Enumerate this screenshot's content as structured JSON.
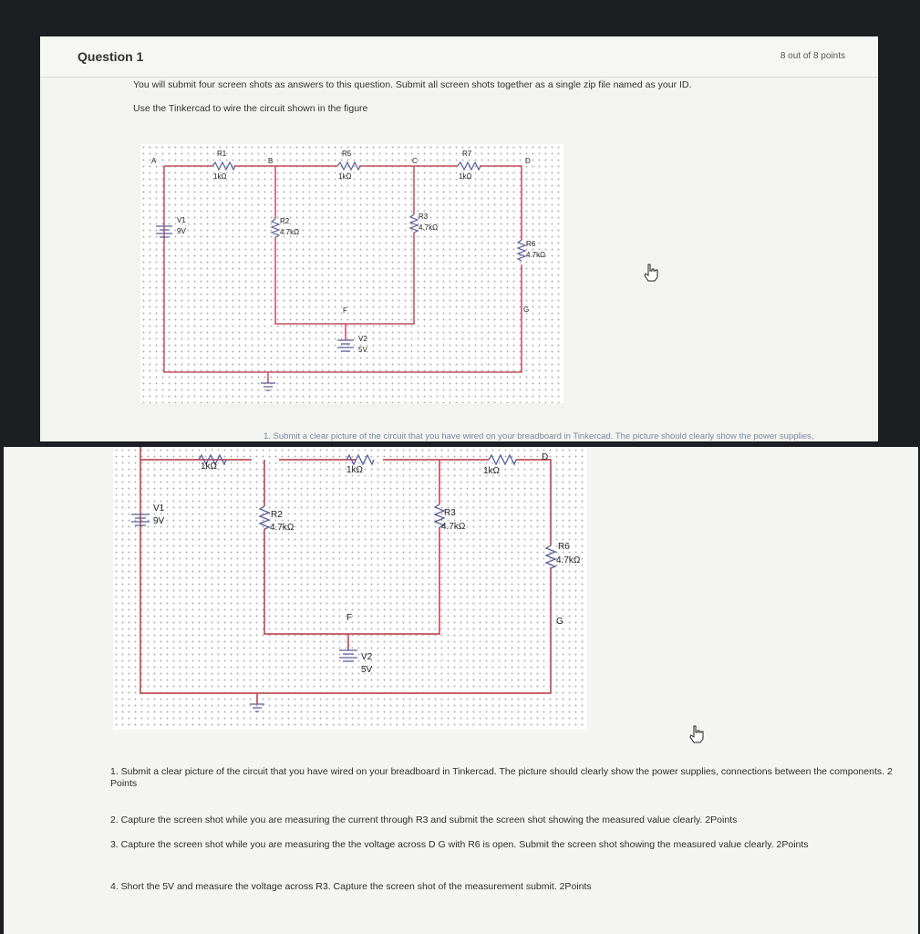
{
  "question": {
    "title": "Question 1",
    "points": "8 out of 8 points",
    "line1": "You will submit four screen shots as answers to this question. Submit all screen shots together as a single zip file named as your ID.",
    "line2": "Use the Tinkercad to wire the circuit shown in the figure"
  },
  "circuit": {
    "node_a": "A",
    "node_b": "B",
    "node_c": "C",
    "node_d": "D",
    "node_f": "F",
    "node_g": "G",
    "r1_name": "R1",
    "r1_value": "1kΩ",
    "r5_name": "R5",
    "r5_value": "1kΩ",
    "r7_name": "R7",
    "r7_value": "1kΩ",
    "r2_name": "R2",
    "r2_value": "4.7kΩ",
    "r3_name": "R3",
    "r3_value": "4.7kΩ",
    "r6_name": "R6",
    "r6_value": "4.7kΩ",
    "v1_name": "V1",
    "v1_value": "9V",
    "v2_name": "V2",
    "v2_value": "5V"
  },
  "overlap_text": "1. Submit a clear picture of the circuit that you have wired on your breadboard in Tinkercad. The picture should clearly show the power supplies,",
  "tasks": [
    "1. Submit a clear picture of the circuit that you have wired on your breadboard in Tinkercad. The picture should clearly show the power supplies, connections between the components.  2 Points",
    "2. Capture the screen shot while you are measuring the current through R3 and submit the screen shot showing the measured value clearly.  2Points",
    "3. Capture the screen shot while you are measuring the the voltage across D G with R6 is open. Submit the screen shot showing the measured value clearly.  2Points",
    "4. Short the 5V and measure the voltage across R3. Capture the screen shot of the measurement submit.  2Points"
  ],
  "colors": {
    "wire": "#c0505a",
    "component": "#5a5f9a",
    "backdrop": "#1d1e22"
  },
  "icons": [
    "hand-pointer-icon"
  ]
}
